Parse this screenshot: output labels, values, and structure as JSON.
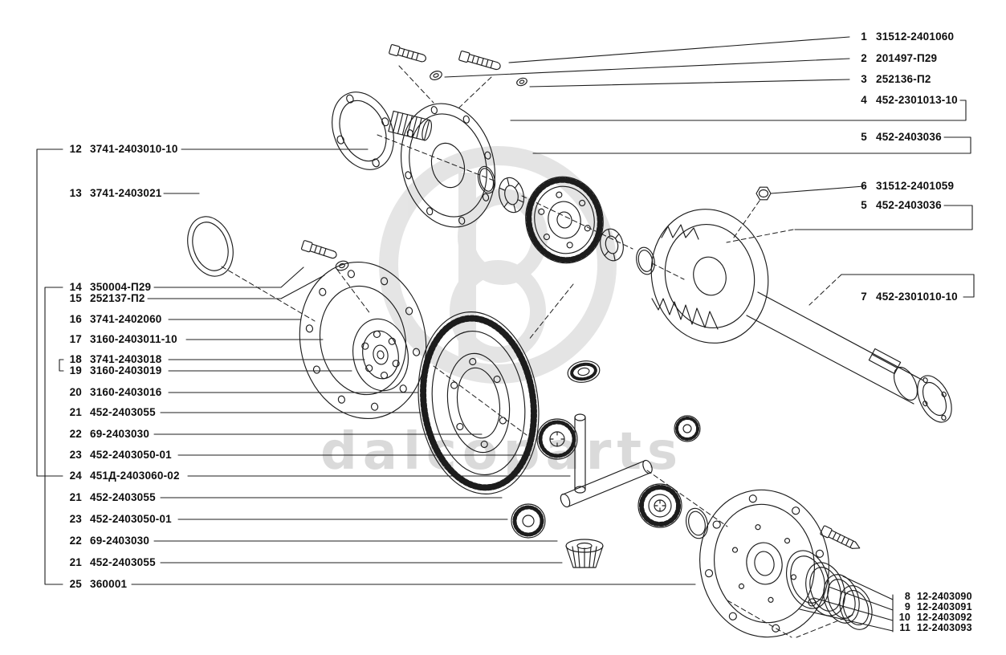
{
  "watermark": {
    "text": "dalcoparts"
  },
  "colors": {
    "line": "#1c1c1c",
    "background": "#ffffff",
    "watermark": "#d8d8d8"
  },
  "labels": {
    "right_top": [
      {
        "num": "1",
        "code": "31512-2401060"
      },
      {
        "num": "2",
        "code": "201497-П29"
      },
      {
        "num": "3",
        "code": "252136-П2"
      },
      {
        "num": "4",
        "code": "452-2301013-10"
      },
      {
        "num": "5",
        "code": "452-2403036"
      }
    ],
    "right_mid": [
      {
        "num": "6",
        "code": "31512-2401059"
      },
      {
        "num": "5",
        "code": "452-2403036"
      },
      {
        "num": "7",
        "code": "452-2301010-10"
      }
    ],
    "left": [
      {
        "num": "12",
        "code": "3741-2403010-10"
      },
      {
        "num": "13",
        "code": "3741-2403021"
      },
      {
        "num": "14",
        "code": "350004-П29"
      },
      {
        "num": "15",
        "code": "252137-П2"
      },
      {
        "num": "16",
        "code": "3741-2402060"
      },
      {
        "num": "17",
        "code": "3160-2403011-10"
      },
      {
        "num": "18",
        "code": "3741-2403018"
      },
      {
        "num": "19",
        "code": "3160-2403019"
      },
      {
        "num": "20",
        "code": "3160-2403016"
      },
      {
        "num": "21",
        "code": "452-2403055"
      },
      {
        "num": "22",
        "code": "69-2403030"
      },
      {
        "num": "23",
        "code": "452-2403050-01"
      },
      {
        "num": "24",
        "code": "451Д-2403060-02"
      },
      {
        "num": "21",
        "code": "452-2403055"
      },
      {
        "num": "23",
        "code": "452-2403050-01"
      },
      {
        "num": "22",
        "code": "69-2403030"
      },
      {
        "num": "21",
        "code": "452-2403055"
      },
      {
        "num": "25",
        "code": "360001"
      }
    ],
    "bottom_right": [
      {
        "num": "8",
        "code": "12-2403090"
      },
      {
        "num": "9",
        "code": "12-2403091"
      },
      {
        "num": "10",
        "code": "12-2403092"
      },
      {
        "num": "11",
        "code": "12-2403093"
      }
    ]
  }
}
